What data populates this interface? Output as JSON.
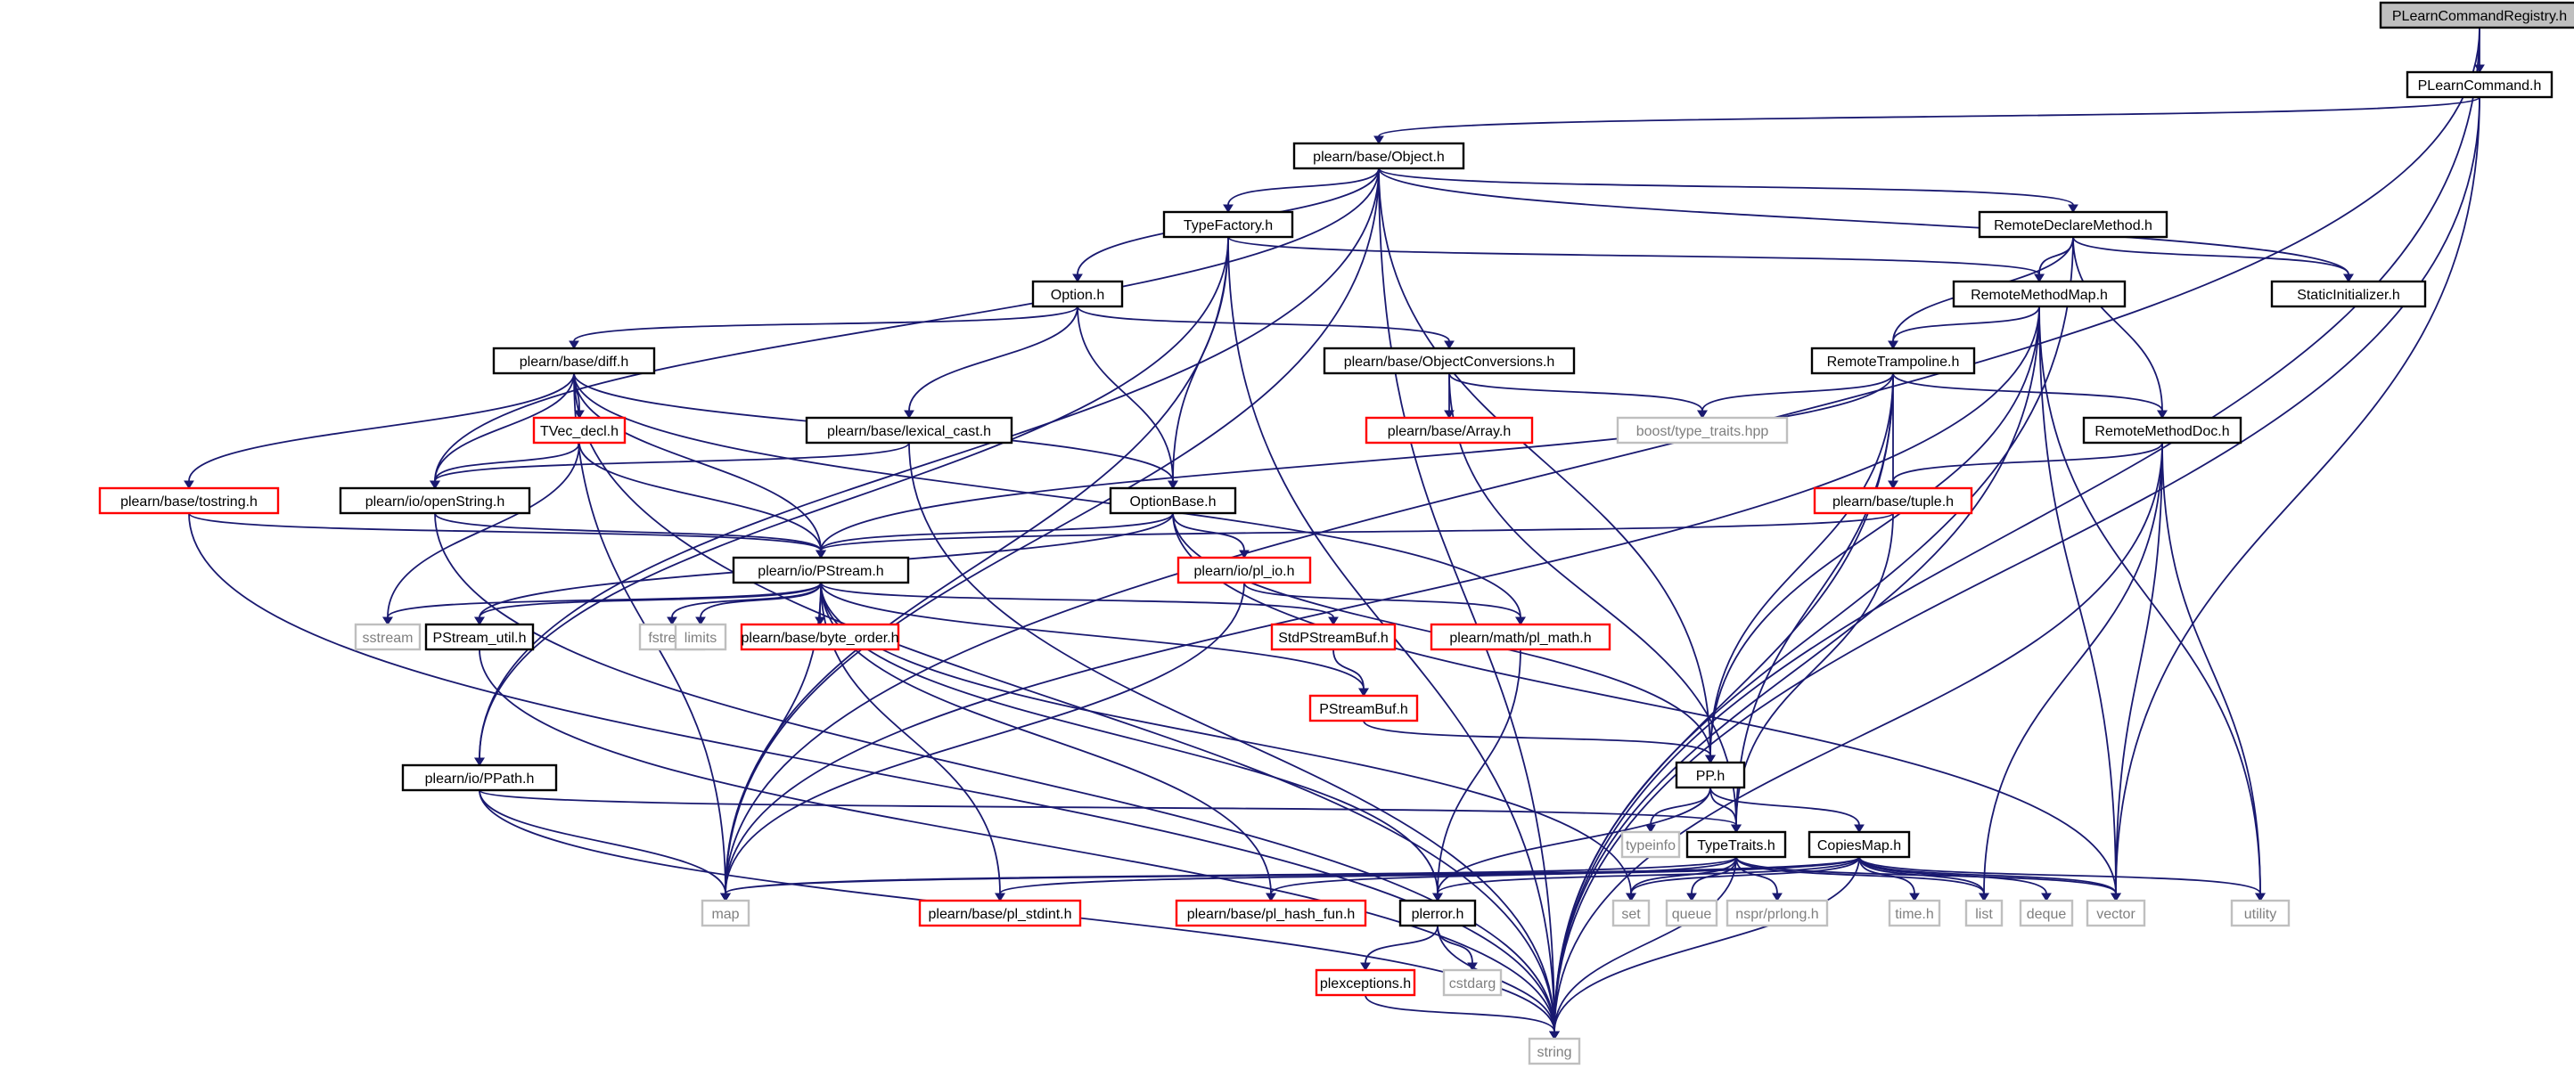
{
  "colors": {
    "edge": "#191970",
    "node_border": "#000000",
    "node_border_ext": "#bfbfbf",
    "node_border_trunc": "#ff0000",
    "root_fill": "#bfbfbf",
    "node_fill": "#ffffff",
    "text": "#000000",
    "ext_text": "#7f7f7f"
  },
  "nodes": [
    {
      "id": "PLearnCommandRegistry",
      "label": "PLearnCommandRegistry.h",
      "kind": "root"
    },
    {
      "id": "PLearnCommand",
      "label": "PLearnCommand.h",
      "kind": "normal"
    },
    {
      "id": "Object",
      "label": "plearn/base/Object.h",
      "kind": "normal"
    },
    {
      "id": "TypeFactory",
      "label": "TypeFactory.h",
      "kind": "normal"
    },
    {
      "id": "RemoteDeclareMethod",
      "label": "RemoteDeclareMethod.h",
      "kind": "normal"
    },
    {
      "id": "Option",
      "label": "Option.h",
      "kind": "normal"
    },
    {
      "id": "RemoteMethodMap",
      "label": "RemoteMethodMap.h",
      "kind": "normal"
    },
    {
      "id": "StaticInitializer",
      "label": "StaticInitializer.h",
      "kind": "normal"
    },
    {
      "id": "diff",
      "label": "plearn/base/diff.h",
      "kind": "normal"
    },
    {
      "id": "ObjectConversions",
      "label": "plearn/base/ObjectConversions.h",
      "kind": "normal"
    },
    {
      "id": "RemoteTrampoline",
      "label": "RemoteTrampoline.h",
      "kind": "normal"
    },
    {
      "id": "TVec_decl",
      "label": "TVec_decl.h",
      "kind": "truncated"
    },
    {
      "id": "lexical_cast",
      "label": "plearn/base/lexical_cast.h",
      "kind": "normal"
    },
    {
      "id": "Array",
      "label": "plearn/base/Array.h",
      "kind": "truncated"
    },
    {
      "id": "boost_type_traits",
      "label": "boost/type_traits.hpp",
      "kind": "external"
    },
    {
      "id": "RemoteMethodDoc",
      "label": "RemoteMethodDoc.h",
      "kind": "normal"
    },
    {
      "id": "tostring",
      "label": "plearn/base/tostring.h",
      "kind": "truncated"
    },
    {
      "id": "openString",
      "label": "plearn/io/openString.h",
      "kind": "normal"
    },
    {
      "id": "OptionBase",
      "label": "OptionBase.h",
      "kind": "normal"
    },
    {
      "id": "tuple",
      "label": "plearn/base/tuple.h",
      "kind": "truncated"
    },
    {
      "id": "PStream",
      "label": "plearn/io/PStream.h",
      "kind": "normal"
    },
    {
      "id": "pl_io",
      "label": "plearn/io/pl_io.h",
      "kind": "truncated"
    },
    {
      "id": "sstream",
      "label": "sstream",
      "kind": "external"
    },
    {
      "id": "PStream_util",
      "label": "PStream_util.h",
      "kind": "normal"
    },
    {
      "id": "fstream",
      "label": "fstream",
      "kind": "external"
    },
    {
      "id": "limits",
      "label": "limits",
      "kind": "external"
    },
    {
      "id": "byte_order",
      "label": "plearn/base/byte_order.h",
      "kind": "truncated"
    },
    {
      "id": "StdPStreamBuf",
      "label": "StdPStreamBuf.h",
      "kind": "truncated"
    },
    {
      "id": "pl_math",
      "label": "plearn/math/pl_math.h",
      "kind": "truncated"
    },
    {
      "id": "PStreamBuf",
      "label": "PStreamBuf.h",
      "kind": "truncated"
    },
    {
      "id": "PPath",
      "label": "plearn/io/PPath.h",
      "kind": "normal"
    },
    {
      "id": "PP",
      "label": "PP.h",
      "kind": "normal"
    },
    {
      "id": "typeinfo",
      "label": "typeinfo",
      "kind": "external"
    },
    {
      "id": "TypeTraits",
      "label": "TypeTraits.h",
      "kind": "normal"
    },
    {
      "id": "CopiesMap",
      "label": "CopiesMap.h",
      "kind": "normal"
    },
    {
      "id": "map",
      "label": "map",
      "kind": "external"
    },
    {
      "id": "pl_stdint",
      "label": "plearn/base/pl_stdint.h",
      "kind": "truncated"
    },
    {
      "id": "pl_hash_fun",
      "label": "plearn/base/pl_hash_fun.h",
      "kind": "truncated"
    },
    {
      "id": "plerror",
      "label": "plerror.h",
      "kind": "normal"
    },
    {
      "id": "set",
      "label": "set",
      "kind": "external"
    },
    {
      "id": "queue",
      "label": "queue",
      "kind": "external"
    },
    {
      "id": "prlong",
      "label": "nspr/prlong.h",
      "kind": "external"
    },
    {
      "id": "time",
      "label": "time.h",
      "kind": "external"
    },
    {
      "id": "list",
      "label": "list",
      "kind": "external"
    },
    {
      "id": "deque",
      "label": "deque",
      "kind": "external"
    },
    {
      "id": "vector",
      "label": "vector",
      "kind": "external"
    },
    {
      "id": "utility",
      "label": "utility",
      "kind": "external"
    },
    {
      "id": "cstdarg",
      "label": "cstdarg",
      "kind": "external"
    },
    {
      "id": "plexceptions",
      "label": "plexceptions.h",
      "kind": "truncated"
    },
    {
      "id": "string",
      "label": "string",
      "kind": "external"
    }
  ],
  "edges": [
    [
      "PLearnCommandRegistry",
      "PLearnCommand"
    ],
    [
      "PLearnCommandRegistry",
      "map"
    ],
    [
      "PLearnCommandRegistry",
      "string"
    ],
    [
      "PLearnCommand",
      "Object"
    ],
    [
      "PLearnCommand",
      "vector"
    ],
    [
      "PLearnCommand",
      "string"
    ],
    [
      "Object",
      "TypeFactory"
    ],
    [
      "Object",
      "Option"
    ],
    [
      "Object",
      "RemoteDeclareMethod"
    ],
    [
      "Object",
      "StaticInitializer"
    ],
    [
      "Object",
      "openString"
    ],
    [
      "Object",
      "PPath"
    ],
    [
      "Object",
      "PP"
    ],
    [
      "Object",
      "map"
    ],
    [
      "Object",
      "string"
    ],
    [
      "TypeFactory",
      "RemoteMethodMap"
    ],
    [
      "TypeFactory",
      "OptionBase"
    ],
    [
      "TypeFactory",
      "PPath"
    ],
    [
      "TypeFactory",
      "map"
    ],
    [
      "TypeFactory",
      "string"
    ],
    [
      "Option",
      "diff"
    ],
    [
      "Option",
      "ObjectConversions"
    ],
    [
      "Option",
      "lexical_cast"
    ],
    [
      "Option",
      "OptionBase"
    ],
    [
      "RemoteDeclareMethod",
      "RemoteMethodMap"
    ],
    [
      "RemoteDeclareMethod",
      "StaticInitializer"
    ],
    [
      "RemoteDeclareMethod",
      "RemoteTrampoline"
    ],
    [
      "RemoteDeclareMethod",
      "RemoteMethodDoc"
    ],
    [
      "RemoteDeclareMethod",
      "string"
    ],
    [
      "RemoteMethodMap",
      "RemoteTrampoline"
    ],
    [
      "RemoteMethodMap",
      "PP"
    ],
    [
      "RemoteMethodMap",
      "map"
    ],
    [
      "RemoteMethodMap",
      "vector"
    ],
    [
      "RemoteMethodMap",
      "utility"
    ],
    [
      "RemoteMethodMap",
      "string"
    ],
    [
      "diff",
      "TVec_decl"
    ],
    [
      "diff",
      "tostring"
    ],
    [
      "diff",
      "openString"
    ],
    [
      "diff",
      "OptionBase"
    ],
    [
      "diff",
      "PStream"
    ],
    [
      "diff",
      "pl_math"
    ],
    [
      "diff",
      "map"
    ],
    [
      "diff",
      "string"
    ],
    [
      "ObjectConversions",
      "Array"
    ],
    [
      "ObjectConversions",
      "boost_type_traits"
    ],
    [
      "ObjectConversions",
      "TypeTraits"
    ],
    [
      "RemoteTrampoline",
      "boost_type_traits"
    ],
    [
      "RemoteTrampoline",
      "RemoteMethodDoc"
    ],
    [
      "RemoteTrampoline",
      "tuple"
    ],
    [
      "RemoteTrampoline",
      "PStream"
    ],
    [
      "RemoteTrampoline",
      "PP"
    ],
    [
      "RemoteTrampoline",
      "TypeTraits"
    ],
    [
      "RemoteTrampoline",
      "string"
    ],
    [
      "TVec_decl",
      "openString"
    ],
    [
      "TVec_decl",
      "PStream"
    ],
    [
      "TVec_decl",
      "sstream"
    ],
    [
      "lexical_cast",
      "openString"
    ],
    [
      "lexical_cast",
      "string"
    ],
    [
      "RemoteMethodDoc",
      "tuple"
    ],
    [
      "RemoteMethodDoc",
      "list"
    ],
    [
      "RemoteMethodDoc",
      "vector"
    ],
    [
      "RemoteMethodDoc",
      "utility"
    ],
    [
      "RemoteMethodDoc",
      "string"
    ],
    [
      "tostring",
      "PStream"
    ],
    [
      "tostring",
      "string"
    ],
    [
      "openString",
      "PStream"
    ],
    [
      "openString",
      "string"
    ],
    [
      "OptionBase",
      "PStream"
    ],
    [
      "OptionBase",
      "pl_io"
    ],
    [
      "OptionBase",
      "PStream_util"
    ],
    [
      "OptionBase",
      "PP"
    ],
    [
      "OptionBase",
      "vector"
    ],
    [
      "tuple",
      "PStream"
    ],
    [
      "tuple",
      "TypeTraits"
    ],
    [
      "PStream",
      "sstream"
    ],
    [
      "PStream",
      "PStream_util"
    ],
    [
      "PStream",
      "fstream"
    ],
    [
      "PStream",
      "limits"
    ],
    [
      "PStream",
      "byte_order"
    ],
    [
      "PStream",
      "StdPStreamBuf"
    ],
    [
      "PStream",
      "PStreamBuf"
    ],
    [
      "PStream",
      "map"
    ],
    [
      "PStream",
      "pl_stdint"
    ],
    [
      "PStream",
      "pl_hash_fun"
    ],
    [
      "PStream",
      "plerror"
    ],
    [
      "PStream",
      "set"
    ],
    [
      "pl_io",
      "pl_math"
    ],
    [
      "pl_io",
      "map"
    ],
    [
      "PStream_util",
      "string"
    ],
    [
      "StdPStreamBuf",
      "PStreamBuf"
    ],
    [
      "pl_math",
      "plerror"
    ],
    [
      "PStreamBuf",
      "PP"
    ],
    [
      "PPath",
      "TypeTraits"
    ],
    [
      "PPath",
      "map"
    ],
    [
      "PPath",
      "string"
    ],
    [
      "PP",
      "typeinfo"
    ],
    [
      "PP",
      "TypeTraits"
    ],
    [
      "PP",
      "CopiesMap"
    ],
    [
      "PP",
      "plerror"
    ],
    [
      "TypeTraits",
      "map"
    ],
    [
      "TypeTraits",
      "pl_hash_fun"
    ],
    [
      "TypeTraits",
      "set"
    ],
    [
      "TypeTraits",
      "queue"
    ],
    [
      "TypeTraits",
      "prlong"
    ],
    [
      "TypeTraits",
      "list"
    ],
    [
      "TypeTraits",
      "vector"
    ],
    [
      "TypeTraits",
      "string"
    ],
    [
      "CopiesMap",
      "map"
    ],
    [
      "CopiesMap",
      "pl_stdint"
    ],
    [
      "CopiesMap",
      "plerror"
    ],
    [
      "CopiesMap",
      "set"
    ],
    [
      "CopiesMap",
      "time"
    ],
    [
      "CopiesMap",
      "list"
    ],
    [
      "CopiesMap",
      "deque"
    ],
    [
      "CopiesMap",
      "vector"
    ],
    [
      "CopiesMap",
      "utility"
    ],
    [
      "CopiesMap",
      "string"
    ],
    [
      "plerror",
      "plexceptions"
    ],
    [
      "plerror",
      "cstdarg"
    ],
    [
      "plerror",
      "string"
    ],
    [
      "plexceptions",
      "string"
    ]
  ]
}
